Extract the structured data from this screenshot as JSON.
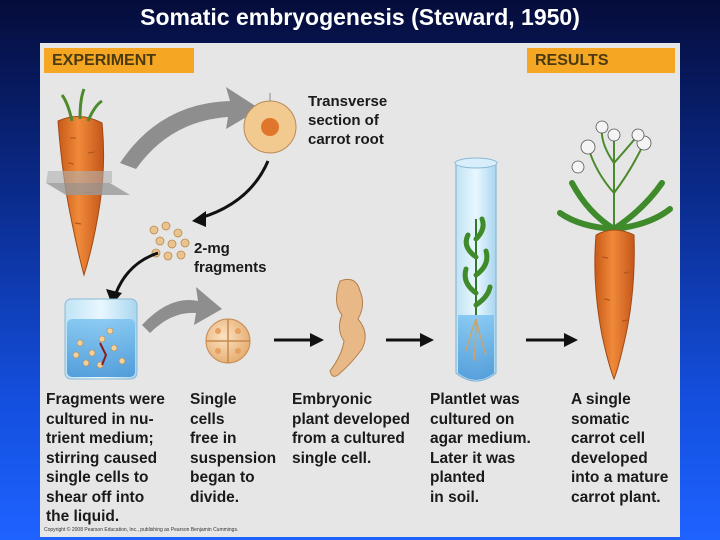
{
  "slide": {
    "title": "Somatic embryogenesis (Steward, 1950)"
  },
  "tags": {
    "experiment": "EXPERIMENT",
    "results": "RESULTS"
  },
  "labels": {
    "transverse": "Transverse\nsection of\ncarrot root",
    "fragments": "2-mg\nfragments"
  },
  "captions": [
    "Fragments were\ncultured in nu-\ntrient medium;\nstirring caused\nsingle cells to\nshear off into\nthe liquid.",
    "Single\ncells\nfree in\nsuspension\nbegan to\ndivide.",
    "Embryonic\nplant developed\nfrom a cultured\nsingle cell.",
    "Plantlet was\ncultured on\nagar medium.\nLater it was\nplanted\nin soil.",
    "A single\nsomatic\ncarrot cell\ndeveloped\ninto a mature\ncarrot plant."
  ],
  "copyright": "Copyright © 2008 Pearson Education, Inc., publishing as Pearson Benjamin Cummings.",
  "colors": {
    "background_top": "#050c3a",
    "background_bottom": "#1e62ff",
    "panel": "#e6e6e6",
    "tag": "#f5a623",
    "carrot": "#e8772e",
    "foliage": "#3f8a2a",
    "medium": "#6ab4ea",
    "arrow_gray": "#8e8e8e"
  }
}
